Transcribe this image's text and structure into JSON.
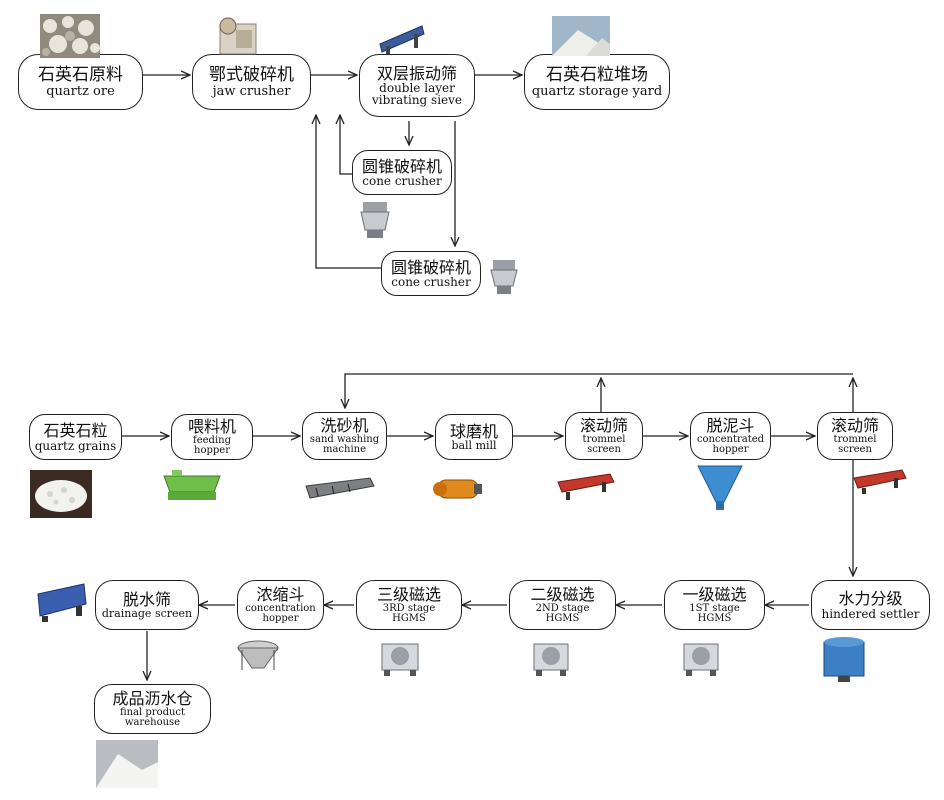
{
  "nodes": {
    "quartz_ore": {
      "zh": "石英石原料",
      "en": "quartz ore"
    },
    "jaw_crusher": {
      "zh": "鄂式破碎机",
      "en": "jaw crusher"
    },
    "vibrating_sieve": {
      "zh": "双层振动筛",
      "en1": "double layer",
      "en2": "vibrating sieve"
    },
    "storage_yard": {
      "zh": "石英石粒堆场",
      "en": "quartz storage yard"
    },
    "cone_crusher_1": {
      "zh": "圆锥破碎机",
      "en": "cone crusher"
    },
    "cone_crusher_2": {
      "zh": "圆锥破碎机",
      "en": "cone crusher"
    },
    "quartz_grains": {
      "zh": "石英石粒",
      "en": "quartz grains"
    },
    "feeding_hopper": {
      "zh": "喂料机",
      "en1": "feeding",
      "en2": "hopper"
    },
    "sand_washing": {
      "zh": "洗砂机",
      "en1": "sand washing",
      "en2": "machine"
    },
    "ball_mill": {
      "zh": "球磨机",
      "en": "ball mill"
    },
    "trommel_1": {
      "zh": "滚动筛",
      "en1": "trommel",
      "en2": "screen"
    },
    "concentrated_hopper": {
      "zh": "脱泥斗",
      "en1": "concentrated",
      "en2": "hopper"
    },
    "trommel_2": {
      "zh": "滚动筛",
      "en1": "trommel",
      "en2": "screen"
    },
    "hindered_settler": {
      "zh": "水力分级",
      "en": "hindered settler"
    },
    "hgms_1": {
      "zh": "一级磁选",
      "en1": "1ST stage",
      "en2": "HGMS"
    },
    "hgms_2": {
      "zh": "二级磁选",
      "en1": "2ND stage",
      "en2": "HGMS"
    },
    "hgms_3": {
      "zh": "三级磁选",
      "en1": "3RD stage",
      "en2": "HGMS"
    },
    "concentration_hopper": {
      "zh": "浓缩斗",
      "en1": "concentration",
      "en2": "hopper"
    },
    "drainage_screen": {
      "zh": "脱水筛",
      "en": "drainage screen"
    },
    "final_warehouse": {
      "zh": "成品沥水仓",
      "en1": "final product",
      "en2": "warehouse"
    }
  },
  "colors": {
    "stroke": "#222222",
    "machine_green": "#6fbf4a",
    "machine_red": "#c0392b",
    "machine_blue": "#3d7fc4",
    "machine_orange": "#e08a1e",
    "machine_grey": "#9aa0a6"
  }
}
